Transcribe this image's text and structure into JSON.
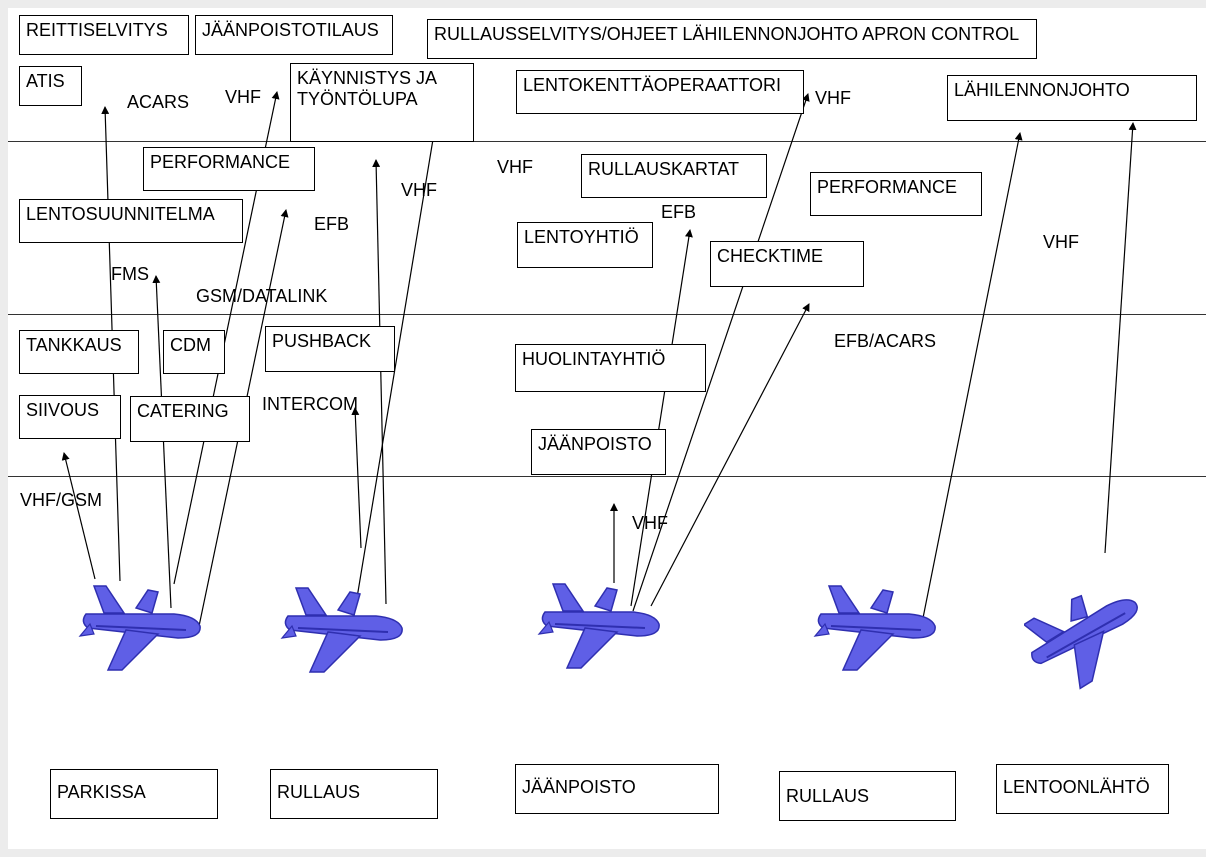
{
  "top_row": {
    "boxes": [
      "REITTISELVITYS",
      "JÄÄNPOISTOTILAUS",
      "RULLAUSSELVITYS/OHJEET LÄHILENNONJOHTO APRON CONTROL",
      "ATIS",
      "KÄYNNISTYS JA TYÖNTÖLUPA",
      "LENTOKENTTÄOPERAATTORI",
      "LÄHILENNONJOHTO"
    ],
    "labels": [
      "ACARS",
      "VHF",
      "VHF"
    ]
  },
  "second_row": {
    "boxes": [
      "PERFORMANCE",
      "LENTOSUUNNITELMA",
      "RULLAUSKARTAT",
      "LENTOYHTIÖ",
      "CHECKTIME",
      "PERFORMANCE"
    ],
    "labels": [
      "VHF",
      "VHF",
      "EFB",
      "EFB",
      "FMS",
      "GSM/DATALINK",
      "VHF"
    ]
  },
  "third_row": {
    "boxes": [
      "TANKKAUS",
      "CDM",
      "PUSHBACK",
      "HUOLINTAYHTIÖ",
      "SIIVOUS",
      "CATERING",
      "JÄÄNPOISTO"
    ],
    "labels": [
      "EFB/ACARS",
      "INTERCOM"
    ]
  },
  "ground": {
    "labels": [
      "VHF/GSM",
      "VHF"
    ]
  },
  "phases": [
    "PARKISSA",
    "RULLAUS",
    "JÄÄNPOISTO",
    "RULLAUS",
    "LENTOONLÄHTÖ"
  ],
  "colors": {
    "plane_fill": "#5f5fe6",
    "plane_dark": "#2f2fb0",
    "line": "#333333"
  }
}
